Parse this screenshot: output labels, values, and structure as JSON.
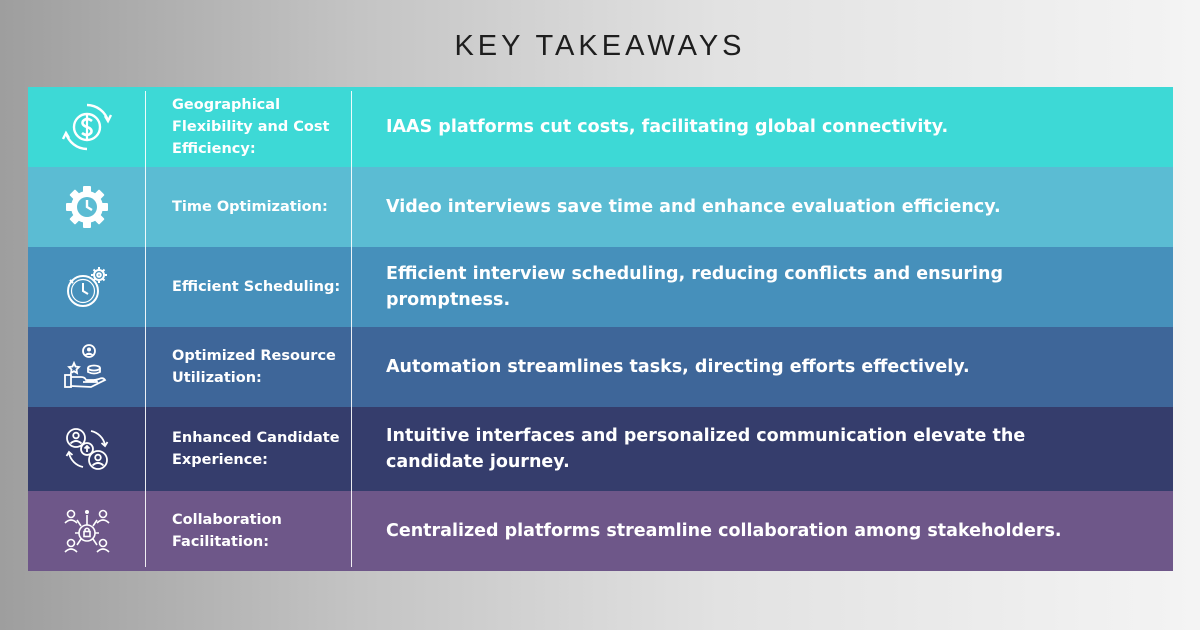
{
  "title": "KEY TAKEAWAYS",
  "colors": {
    "row_colors": [
      "#3dd9d6",
      "#5bbcd3",
      "#4690bb",
      "#3e6699",
      "#353d6c",
      "#6e5789"
    ],
    "text": "#ffffff"
  },
  "rows": [
    {
      "icon": "dollar-cycle-icon",
      "label": "Geographical Flexibility and Cost Efficiency:",
      "description": "IAAS platforms cut costs, facilitating global connectivity."
    },
    {
      "icon": "gear-clock-icon",
      "label": "Time Optimization:",
      "description": "Video interviews save time and enhance evaluation efficiency."
    },
    {
      "icon": "stopwatch-gear-icon",
      "label": "Efficient Scheduling:",
      "description": "Efficient interview scheduling, reducing conflicts and ensuring promptness."
    },
    {
      "icon": "hand-resources-icon",
      "label": "Optimized Resource Utilization:",
      "description": "Automation streamlines tasks, directing efforts effectively."
    },
    {
      "icon": "candidate-cycle-icon",
      "label": "Enhanced Candidate Experience:",
      "description": "Intuitive interfaces and personalized communication elevate the candidate journey."
    },
    {
      "icon": "team-network-icon",
      "label": "Collaboration Facilitation:",
      "description": "Centralized platforms streamline collaboration among stakeholders."
    }
  ]
}
